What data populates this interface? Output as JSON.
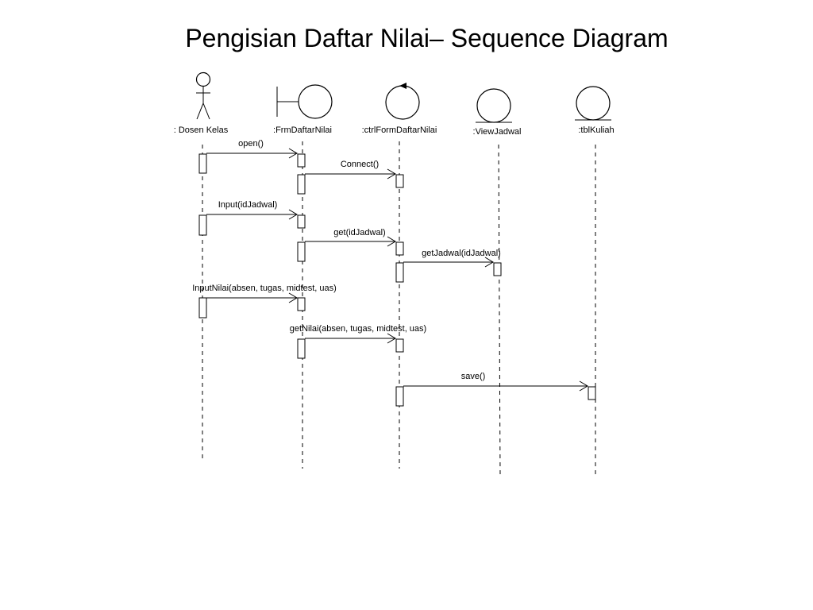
{
  "title": "Pengisian Daftar Nilai– Sequence Diagram",
  "colors": {
    "actor_head": "#cfe6ea",
    "stroke": "#000000",
    "background": "#ffffff"
  },
  "participants": [
    {
      "id": "dosen",
      "kind": "actor",
      "icon": "actor-icon",
      "label": ": Dosen Kelas"
    },
    {
      "id": "frm",
      "kind": "boundary",
      "icon": "boundary-icon",
      "label": ":FrmDaftarNilai"
    },
    {
      "id": "ctrl",
      "kind": "control",
      "icon": "control-icon",
      "label": ":ctrlFormDaftarNilai"
    },
    {
      "id": "view",
      "kind": "entity",
      "icon": "entity-icon",
      "label": ":ViewJadwal"
    },
    {
      "id": "tbl",
      "kind": "entity",
      "icon": "entity-icon",
      "label": ":tblKuliah"
    }
  ],
  "messages": [
    {
      "from": "dosen",
      "to": "frm",
      "label": "open()"
    },
    {
      "from": "frm",
      "to": "ctrl",
      "label": "Connect()"
    },
    {
      "from": "dosen",
      "to": "frm",
      "label": "Input(idJadwal)"
    },
    {
      "from": "frm",
      "to": "ctrl",
      "label": "get(idJadwal)"
    },
    {
      "from": "ctrl",
      "to": "view",
      "label": "getJadwal(idJadwal)"
    },
    {
      "from": "dosen",
      "to": "frm",
      "label": "InputNilai(absen, tugas, midtest, uas)"
    },
    {
      "from": "frm",
      "to": "ctrl",
      "label": "getNilai(absen, tugas, midtest, uas)"
    },
    {
      "from": "ctrl",
      "to": "tbl",
      "label": "save()"
    }
  ]
}
